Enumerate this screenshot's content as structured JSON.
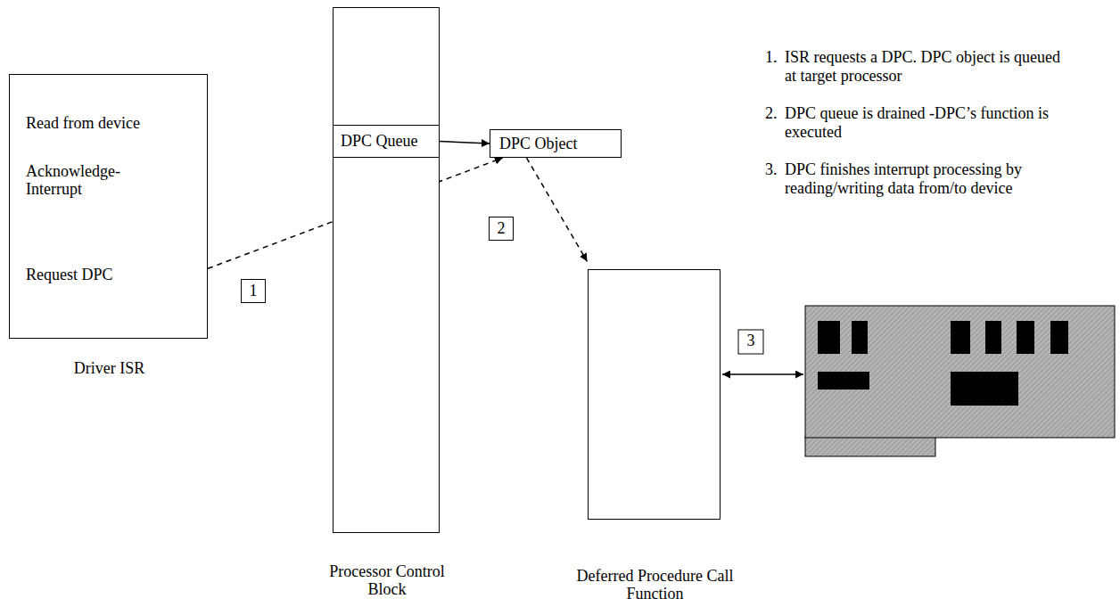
{
  "diagram": {
    "nodes": [
      {
        "text": [
          "Read from device",
          "Acknowledge- Interrupt",
          "Request DPC",
          "Driver ISR"
        ]
      },
      {
        "text": [
          "Processor Control Block"
        ]
      },
      {
        "text": [
          "DPC Queue"
        ],
        "in": 1
      },
      {
        "text": [
          "DPC Object"
        ]
      },
      {
        "text": [
          "Deferred Procedure Call Function"
        ]
      }
    ],
    "edges": [
      {
        "from": 0,
        "to": 3,
        "arrow": "to",
        "label": "1"
      },
      {
        "from": 2,
        "to": 3,
        "arrow": "to"
      },
      {
        "from": 3,
        "to": 4,
        "arrow": "to",
        "label": "2"
      }
    ],
    "labels": [
      "3",
      "1.",
      "ISR requests a DPC. DPC object is queued at target processor",
      "2.",
      "DPC queue is drained -DPC’s function is executed",
      "3.",
      "DPC finishes interrupt processing by reading/writing data from/to device"
    ]
  }
}
